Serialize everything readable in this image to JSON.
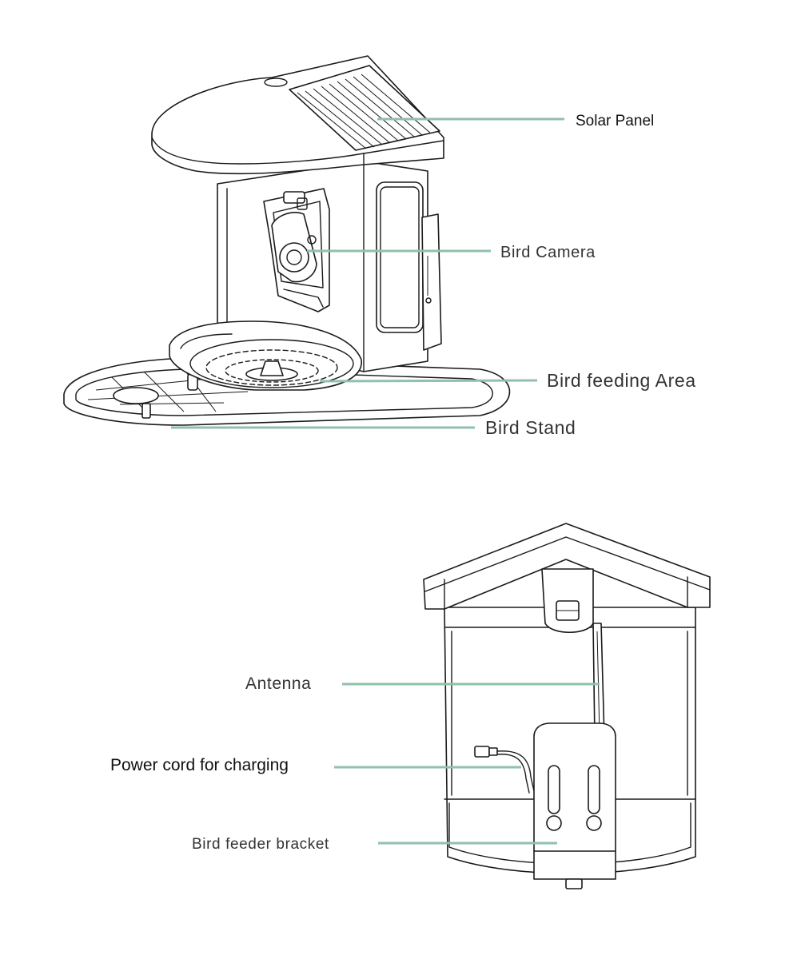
{
  "top_view": {
    "labels": {
      "solar_panel": "Solar Panel",
      "bird_camera": "Bird Camera",
      "bird_feeding_area": "Bird feeding Area",
      "bird_stand": "Bird Stand"
    }
  },
  "back_view": {
    "labels": {
      "antenna": "Antenna",
      "power_cord": "Power cord for charging",
      "bracket": "Bird feeder bracket"
    }
  },
  "colors": {
    "leader_line": "#8fc1ab",
    "outline": "#1a1a1a",
    "label_text": "#333333",
    "background": "#ffffff"
  }
}
